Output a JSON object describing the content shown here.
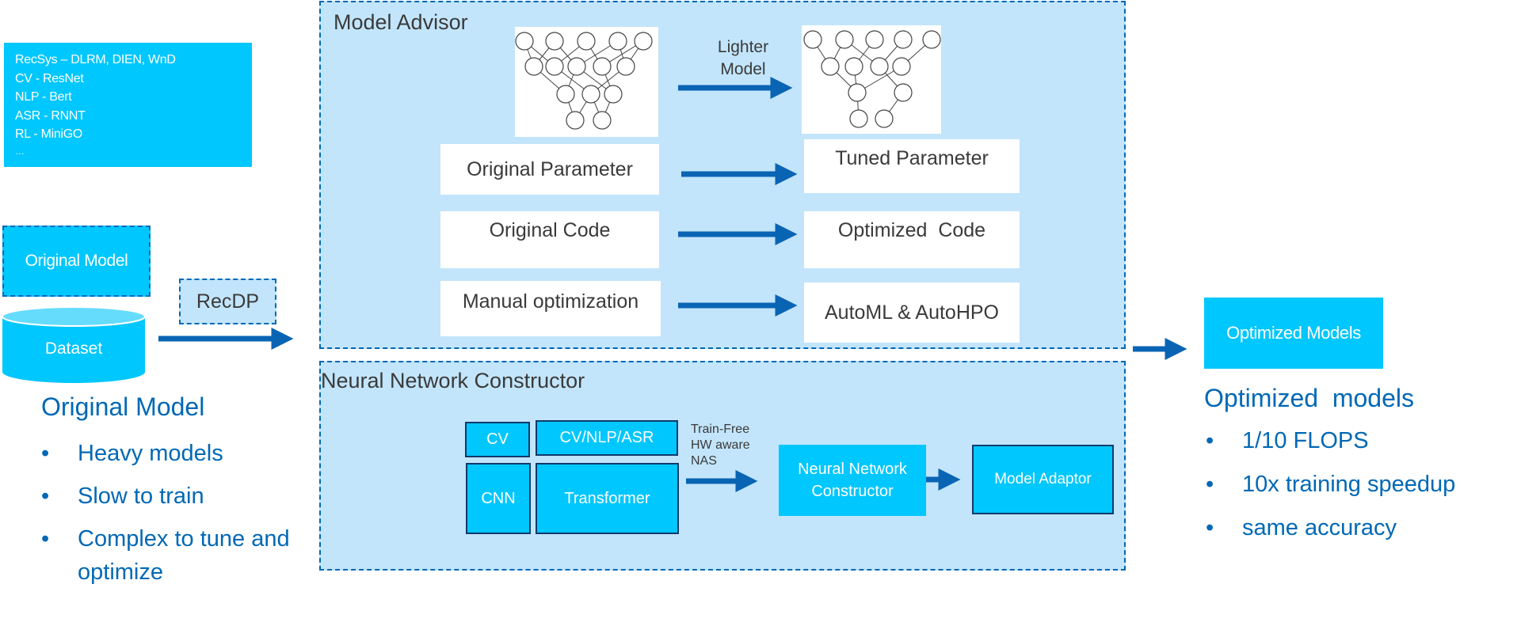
{
  "models_list": [
    "RecSys – DLRM, DIEN, WnD",
    "CV - ResNet",
    "NLP - Bert",
    "ASR - RNNT",
    "RL - MiniGO",
    "…"
  ],
  "left": {
    "original_model_box": "Original Model",
    "recdp": "RecDP",
    "dataset": "Dataset",
    "heading": "Original Model",
    "bullets": [
      "Heavy models",
      "Slow to train",
      "Complex to tune and optimize"
    ]
  },
  "advisor": {
    "title": "Model Advisor",
    "lighter_model": "Lighter Model",
    "rows": [
      {
        "from": "Original Parameter",
        "to": "Tuned Parameter"
      },
      {
        "from": "Original Code",
        "to": "Optimized  Code"
      },
      {
        "from": "Manual optimization",
        "to": "AutoML & AutoHPO"
      }
    ]
  },
  "constructor": {
    "title": "Neural Network Constructor",
    "cv": "CV",
    "cv_nlp_asr": "CV/NLP/ASR",
    "cnn": "CNN",
    "transformer": "Transformer",
    "nas_label": [
      "Train-Free",
      "HW aware",
      "NAS"
    ],
    "nnc_box": "Neural Network Constructor",
    "adaptor": "Model Adaptor"
  },
  "right": {
    "box": "Optimized Models",
    "heading": "Optimized  models",
    "bullets": [
      "1/10 FLOPS",
      "10x training speedup",
      "same accuracy"
    ]
  },
  "colors": {
    "accent_cyan": "#00c7fd",
    "panel_blue": "#c2e5fb",
    "dark_blue": "#0068b5",
    "arrow_blue": "#0a64b4"
  }
}
